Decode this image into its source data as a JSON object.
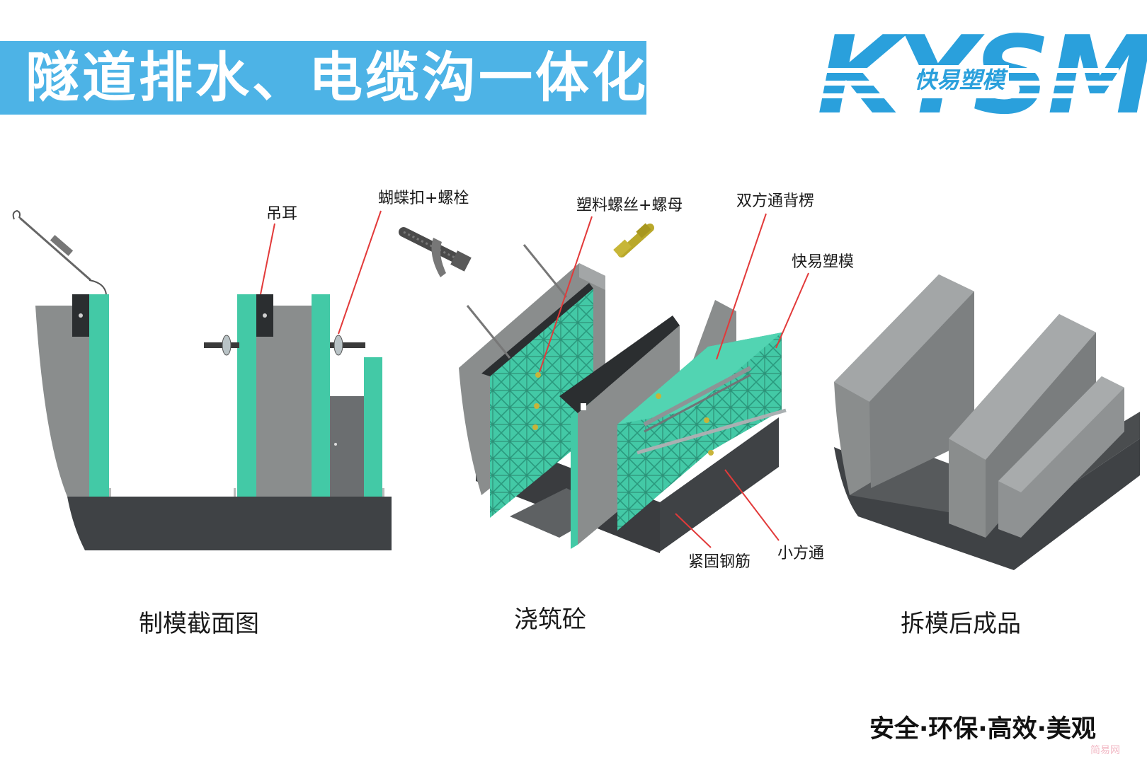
{
  "header": {
    "title": "隧道排水、电缆沟一体化",
    "banner_color": "#4db3e6"
  },
  "logo": {
    "letters": "KYSM",
    "chinese": "快易塑模",
    "color": "#2aa0dc"
  },
  "labels": {
    "lifting_lug": "吊耳",
    "butterfly_bolt": "蝴蝶扣+螺栓",
    "plastic_screw_nut": "塑料螺丝+螺母",
    "double_square_tube": "双方通背楞",
    "kysm_formwork": "快易塑模",
    "fastening_rebar": "紧固钢筋",
    "small_square_tube": "小方通"
  },
  "captions": {
    "section_view": "制模截面图",
    "pouring": "浇筑砼",
    "finished": "拆模后成品"
  },
  "slogan": "安全·环保·高效·美观",
  "watermark": "简易网",
  "colors": {
    "formwork_green": "#43c9a6",
    "concrete_gray": "#8a8d8d",
    "base_dark": "#3f4245",
    "leader_red": "#e23a3a"
  }
}
